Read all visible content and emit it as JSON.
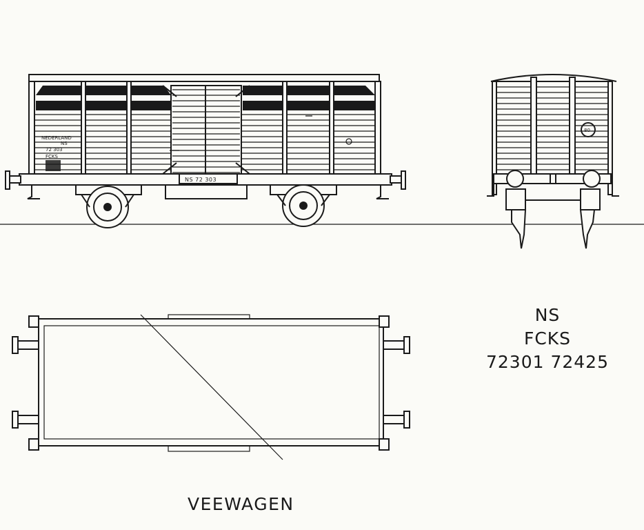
{
  "side_view": {
    "side_lettering": [
      "NEDERLAND",
      "NS",
      "72 303",
      "FCKS"
    ],
    "number_plate": "NS  72 303"
  },
  "end_view": {
    "load_mark": "80"
  },
  "designation": {
    "railway": "NS",
    "type_code": "FCKS",
    "numbers": "72301  72425"
  },
  "caption": "VEEWAGEN"
}
